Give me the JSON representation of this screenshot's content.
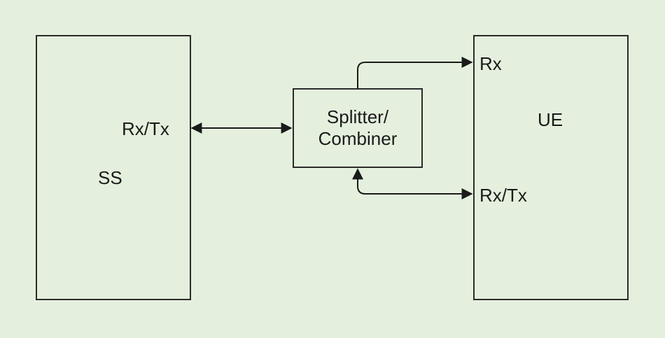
{
  "ss": {
    "name": "SS",
    "port": "Rx/Tx"
  },
  "ue": {
    "name": "UE",
    "port_rx": "Rx",
    "port_rxtx": "Rx/Tx"
  },
  "splitter": {
    "line1": "Splitter/",
    "line2": "Combiner"
  },
  "colors": {
    "background": "#e4f0dd",
    "stroke": "#2b2b2b",
    "text": "#1a1a1a"
  }
}
